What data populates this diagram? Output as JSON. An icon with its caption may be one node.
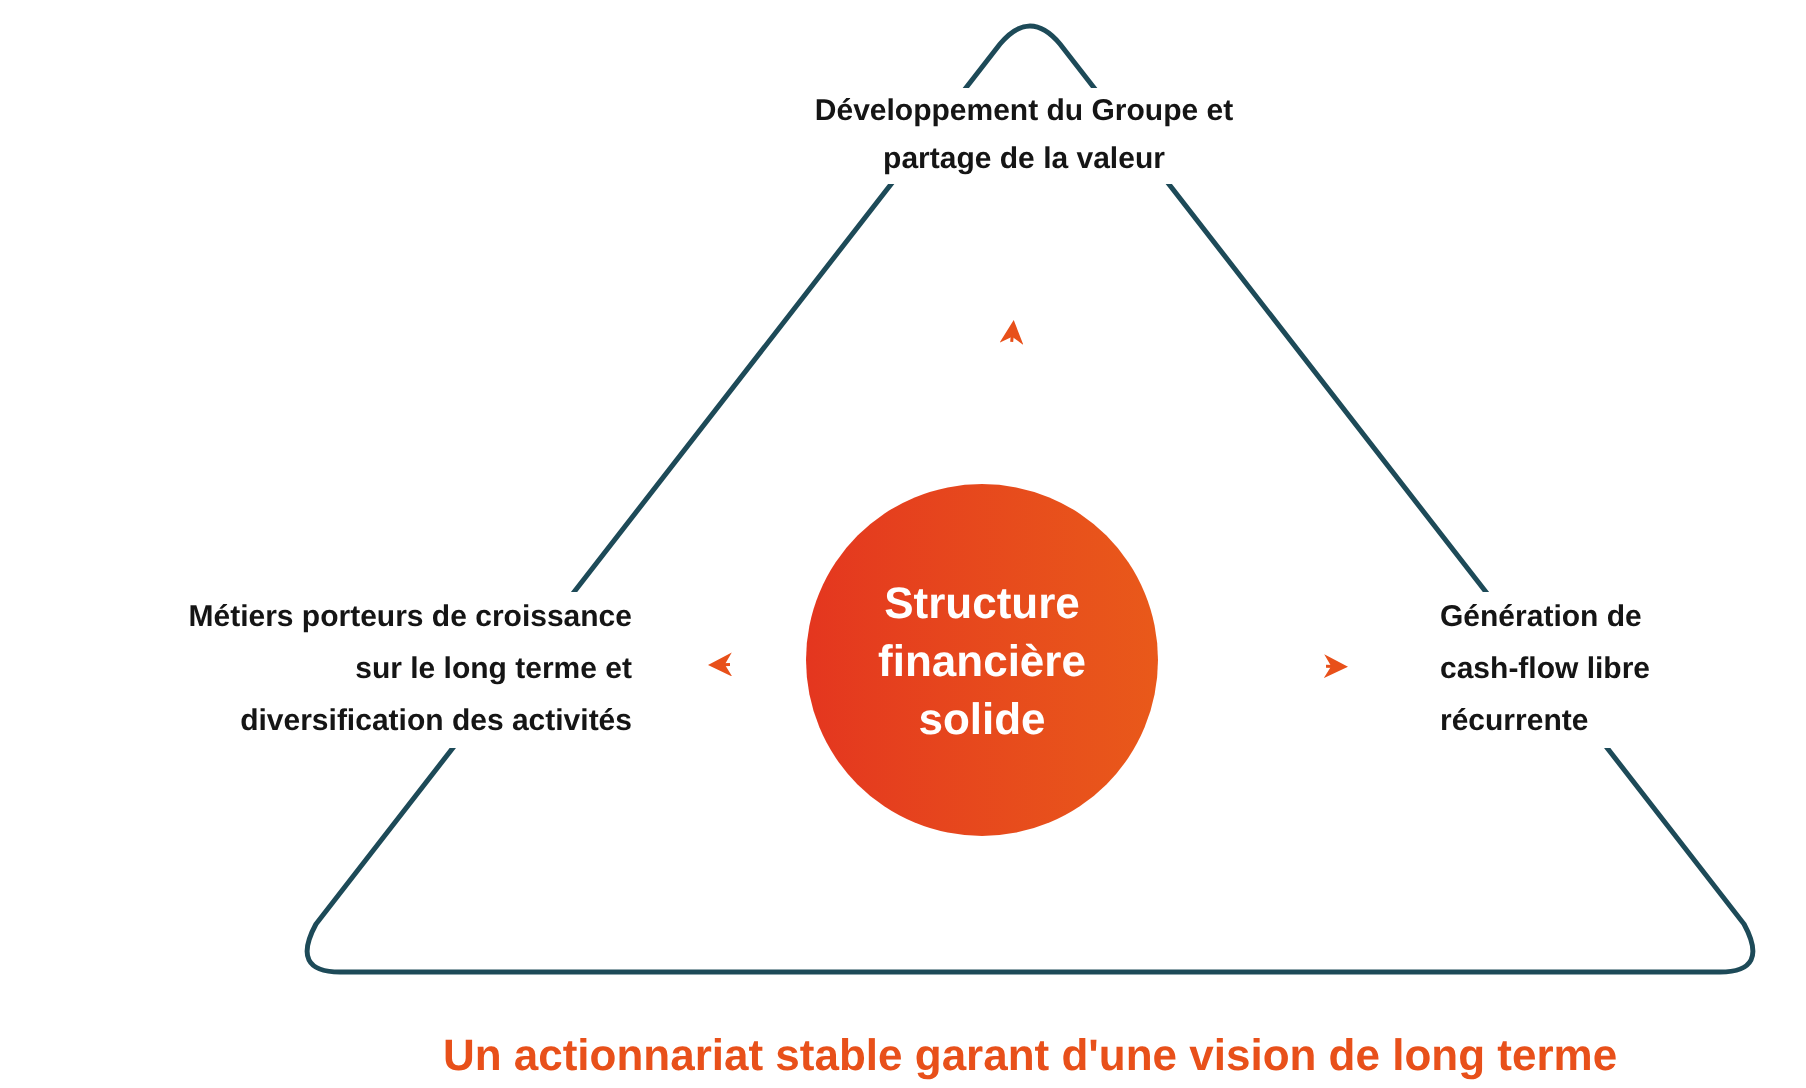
{
  "diagram": {
    "caption": "Un actionnariat stable garant d'une vision de long terme",
    "nodes": [
      {
        "text": [
          "Structure financière solide"
        ]
      },
      {
        "text": [
          "Développement du Groupe et partage de la valeur"
        ]
      },
      {
        "text": [
          "Métiers porteurs de croissance sur le long terme et diversification des activités"
        ]
      },
      {
        "text": [
          "Génération de cash-flow libre récurrente"
        ]
      }
    ],
    "edges": [
      {
        "from": 0,
        "to": 1,
        "arrow": "to"
      },
      {
        "from": 0,
        "to": 2,
        "arrow": "to"
      },
      {
        "from": 0,
        "to": 3,
        "arrow": "to"
      }
    ]
  }
}
